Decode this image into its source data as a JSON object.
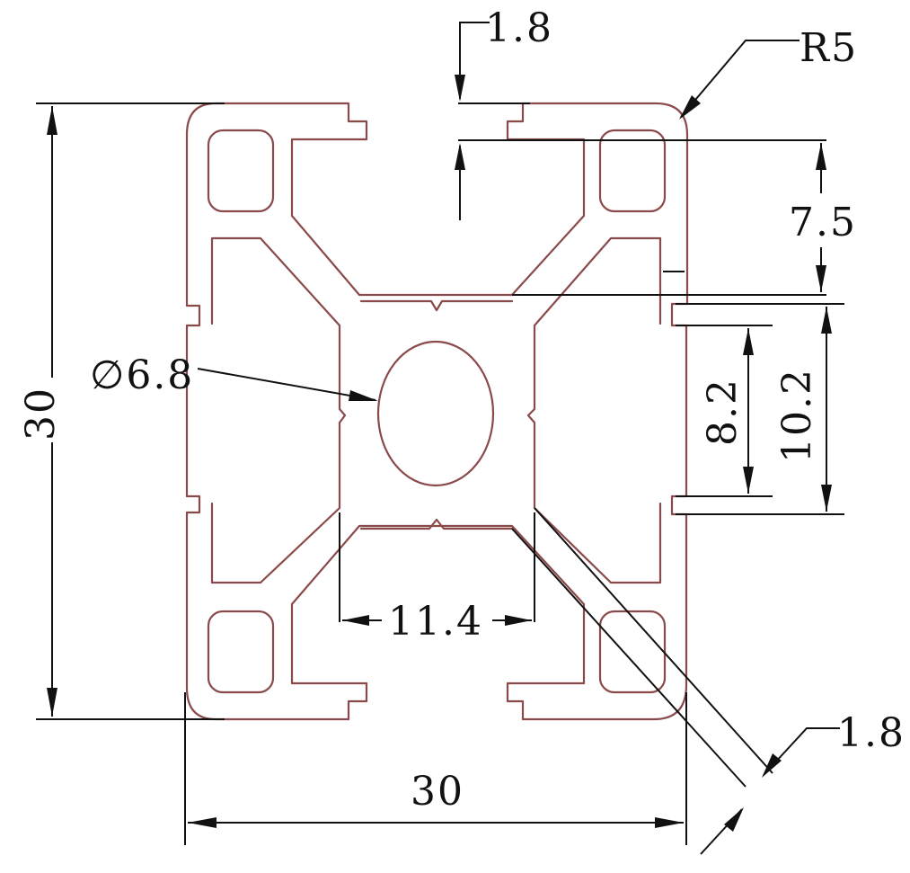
{
  "drawing": {
    "colors": {
      "profile_stroke": "#8a4a4a",
      "dimension_stroke": "#111111",
      "background": "#ffffff"
    },
    "dimensions": {
      "height": "30",
      "width": "30",
      "bore": "∅6.8",
      "core_width": "11.4",
      "slot_inner": "8.2",
      "slot_outer": "10.2",
      "slot_depth": "7.5",
      "wall_top": "1.8",
      "wall_diagonal": "1.8",
      "corner_radius": "R5"
    }
  }
}
